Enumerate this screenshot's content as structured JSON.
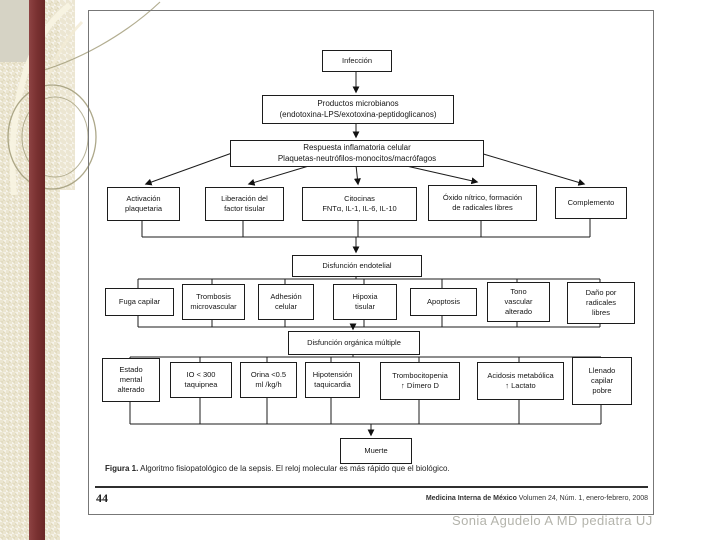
{
  "slide": {
    "credit": "Sonia Agudelo A MD pediatra UJ"
  },
  "figure": {
    "caption_bold": "Figura 1.",
    "caption_rest": " Algoritmo fisiopatológico de la sepsis. El reloj molecular es más rápido que el biológico.",
    "page_number": "44",
    "journal_name": "Medicina Interna de México",
    "journal_issue": " Volumen 24, Núm. 1, enero-febrero, 2008",
    "nodes": {
      "infeccion": "Infección",
      "productos": "Productos microbianos\n(endotoxina-LPS/exotoxina-peptidoglicanos)",
      "respuesta": "Respuesta inflamatoria celular\nPlaquetas-neutrófilos-monocitos/macrófagos",
      "activacion": "Activación\nplaquetaria",
      "liberacion": "Liberación del\nfactor tisular",
      "citocinas": "Citocinas\nFNTα, IL-1, IL-6, IL-10",
      "oxido": "Óxido nítrico, formación\nde radicales libres",
      "complemento": "Complemento",
      "endotelial": "Disfunción endotelial",
      "fuga": "Fuga capilar",
      "trombosis": "Trombosis\nmicrovascular",
      "adhesion": "Adhesión\ncelular",
      "hipoxia": "Hipoxia\ntisular",
      "apoptosis": "Apoptosis",
      "tono": "Tono\nvascular\nalterado",
      "dano": "Daño por\nradicales\nlibres",
      "organica": "Disfunción orgánica múltiple",
      "estado": "Estado\nmental\nalterado",
      "io": "IO < 300\ntaquipnea",
      "orina": "Orina <0.5\nml /kg/h",
      "hipotension": "Hipotensión\ntaquicardia",
      "trombocitopenia": "Trombocitopenia\n↑ Dímero D",
      "acidosis": "Acidosis metabólica\n↑ Lactato",
      "llenado": "Llenado\ncapilar\npobre",
      "muerte": "Muerte"
    }
  },
  "theme": {
    "accent_bar_color": "#7b3232",
    "beige_color": "#ebe5d0",
    "credit_color": "#b4b4ac"
  }
}
